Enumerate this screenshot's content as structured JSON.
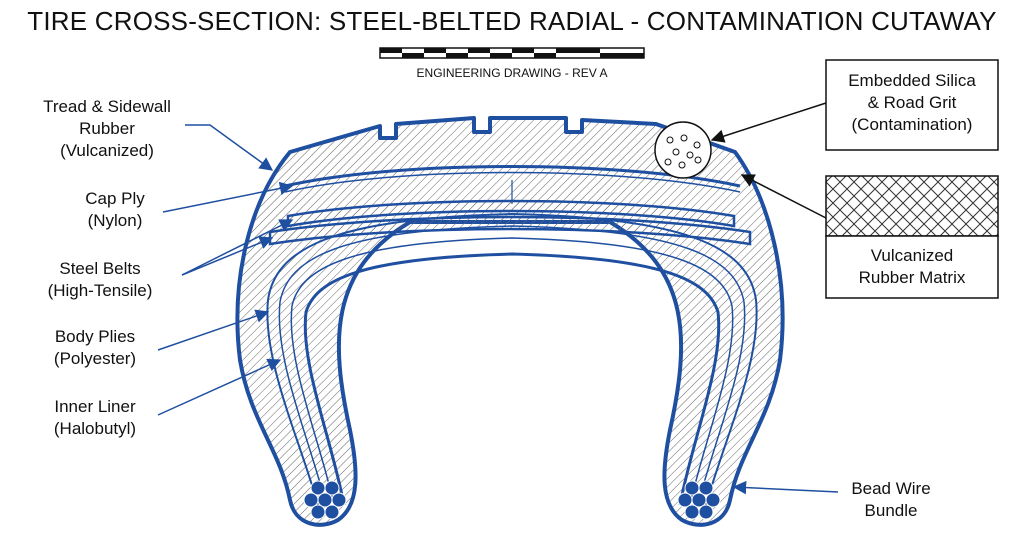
{
  "title": "TIRE CROSS-SECTION: STEEL-BELTED RADIAL - CONTAMINATION CUTAWAY",
  "subtitle": "ENGINEERING DRAWING - REV A",
  "colors": {
    "outline": "#1f4fa0",
    "ink": "#111111",
    "hatch": "#555555"
  },
  "labels": {
    "tread": [
      "Tread & Sidewall",
      "Rubber",
      "(Vulcanized)"
    ],
    "cap_ply": [
      "Cap Ply",
      "(Nylon)"
    ],
    "steel_belts": [
      "Steel Belts",
      "(High-Tensile)"
    ],
    "body_plies": [
      "Body Plies",
      "(Polyester)"
    ],
    "inner_liner": [
      "Inner Liner",
      "(Halobutyl)"
    ],
    "bead": [
      "Bead Wire",
      "Bundle"
    ]
  },
  "legend": {
    "contamination": [
      "Embedded Silica",
      "& Road Grit",
      "(Contamination)"
    ],
    "matrix": [
      "Vulcanized",
      "Rubber Matrix"
    ]
  }
}
